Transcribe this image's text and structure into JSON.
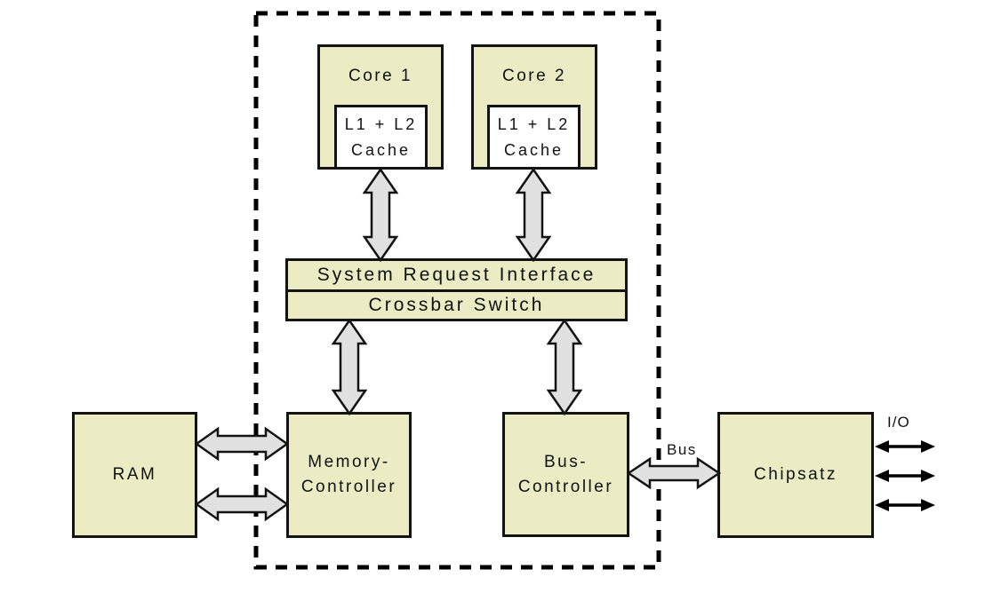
{
  "colors": {
    "box_fill": "#EBEBC4",
    "cache_fill": "#FFFFFF",
    "arrow_fill": "#E1E1E1",
    "outline": "#131313",
    "background": "#FFFFFF"
  },
  "boxes": {
    "core1": {
      "label": "Core 1"
    },
    "cache1": {
      "line1": "L1 + L2",
      "line2": "Cache"
    },
    "core2": {
      "label": "Core 2"
    },
    "cache2": {
      "line1": "L1 + L2",
      "line2": "Cache"
    },
    "system_request_interface": {
      "label": "System Request Interface"
    },
    "crossbar_switch": {
      "label": "Crossbar Switch"
    },
    "ram": {
      "label": "RAM"
    },
    "memory_controller": {
      "line1": "Memory-",
      "line2": "Controller"
    },
    "bus_controller": {
      "line1": "Bus-",
      "line2": "Controller"
    },
    "chipset": {
      "label": "Chipsatz"
    }
  },
  "labels": {
    "bus": "Bus",
    "io": "I/O"
  },
  "connections": [
    {
      "from": "Core 1 Cache",
      "to": "System Request Interface",
      "type": "bidirectional-block-arrow"
    },
    {
      "from": "Core 2 Cache",
      "to": "System Request Interface",
      "type": "bidirectional-block-arrow"
    },
    {
      "from": "Crossbar Switch",
      "to": "Memory-Controller",
      "type": "bidirectional-block-arrow"
    },
    {
      "from": "Crossbar Switch",
      "to": "Bus-Controller",
      "type": "bidirectional-block-arrow"
    },
    {
      "from": "RAM",
      "to": "Memory-Controller",
      "type": "bidirectional-block-arrow",
      "count": 2
    },
    {
      "from": "Bus-Controller",
      "to": "Chipsatz",
      "type": "bidirectional-block-arrow",
      "label": "Bus"
    },
    {
      "from": "Chipsatz",
      "to": "I/O",
      "type": "bidirectional-thin-arrow",
      "count": 3
    }
  ],
  "die_boundary": {
    "style": "dashed"
  }
}
